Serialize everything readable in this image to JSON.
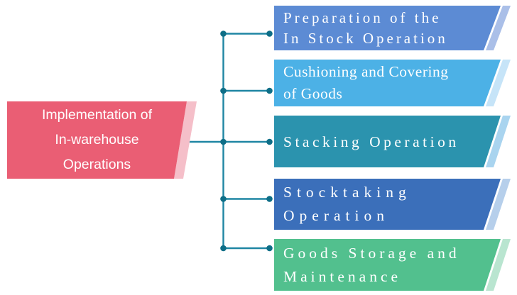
{
  "root": {
    "lines": [
      "Implementation of",
      "In-warehouse",
      "Operations"
    ],
    "color": "#ea5e74",
    "band_color": "#f5bfc9"
  },
  "branches": [
    {
      "lines": [
        "Preparation of the",
        "In Stock Operation"
      ],
      "color": "#5c8bd4",
      "band_color": "#aabfe8"
    },
    {
      "lines": [
        "Cushioning and Covering",
        "of Goods"
      ],
      "color": "#4cb1e6",
      "band_color": "#c6e4f8"
    },
    {
      "lines": [
        "Stacking Operation"
      ],
      "color": "#2b93ae",
      "band_color": "#a9d4ef"
    },
    {
      "lines": [
        "Stocktaking",
        "Operation"
      ],
      "color": "#3b6fba",
      "band_color": "#b6cfeb"
    },
    {
      "lines": [
        "Goods Storage and",
        "Maintenance"
      ],
      "color": "#52c08e",
      "band_color": "#b9e5d0"
    }
  ],
  "connector": {
    "line_color": "#1f86a3",
    "dot_color": "#0e6e87"
  }
}
